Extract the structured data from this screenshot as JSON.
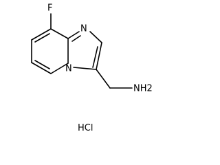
{
  "structure": {
    "atoms": {
      "fluorine": "F",
      "imidazole_nitrogen": "N",
      "bridgehead_nitrogen": "N",
      "amine": "NH2"
    },
    "salt": "HCl"
  },
  "colors": {
    "ink": "#000000",
    "background": "#ffffff"
  }
}
